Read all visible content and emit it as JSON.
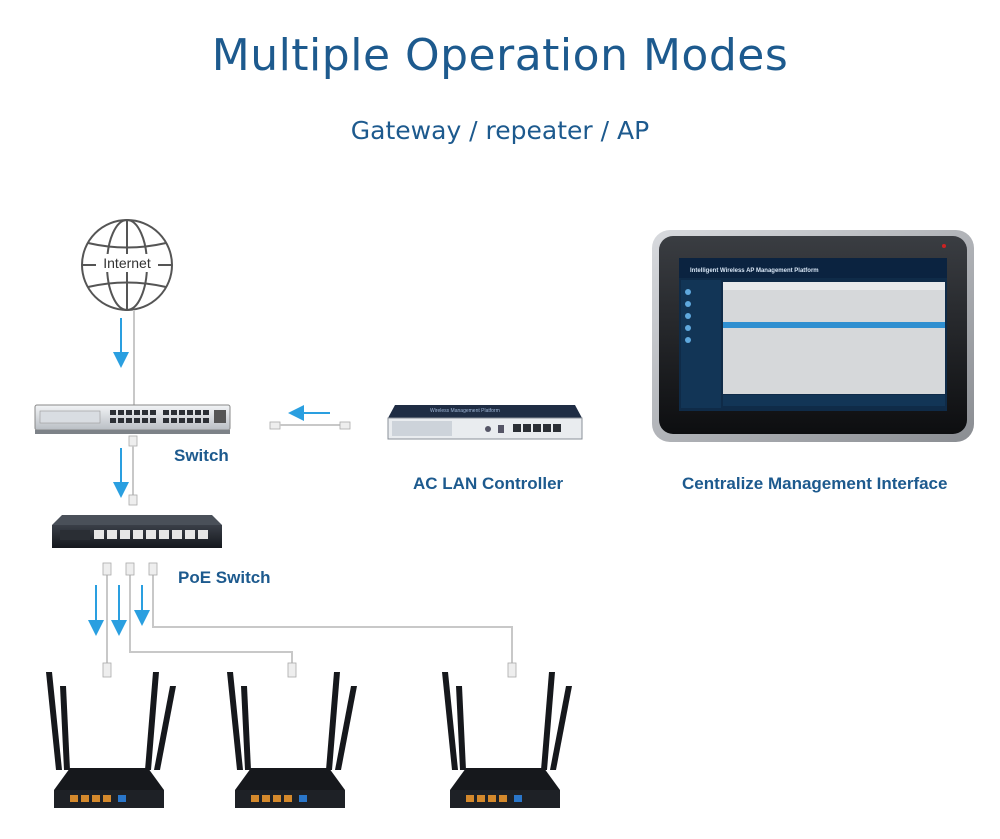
{
  "title": "Multiple Operation Modes",
  "subtitle": "Gateway / repeater / AP",
  "labels": {
    "internet": "Internet",
    "switch": "Switch",
    "ac_controller": "AC LAN Controller",
    "poe_switch": "PoE Switch",
    "management": "Centralize Management Interface"
  },
  "tablet": {
    "app_title": "Intelligent Wireless AP Management Platform"
  },
  "colors": {
    "title": "#1d5a8e",
    "arrow": "#2a9fe0",
    "cable": "#c8c8c8",
    "device_dark": "#1e2128"
  }
}
